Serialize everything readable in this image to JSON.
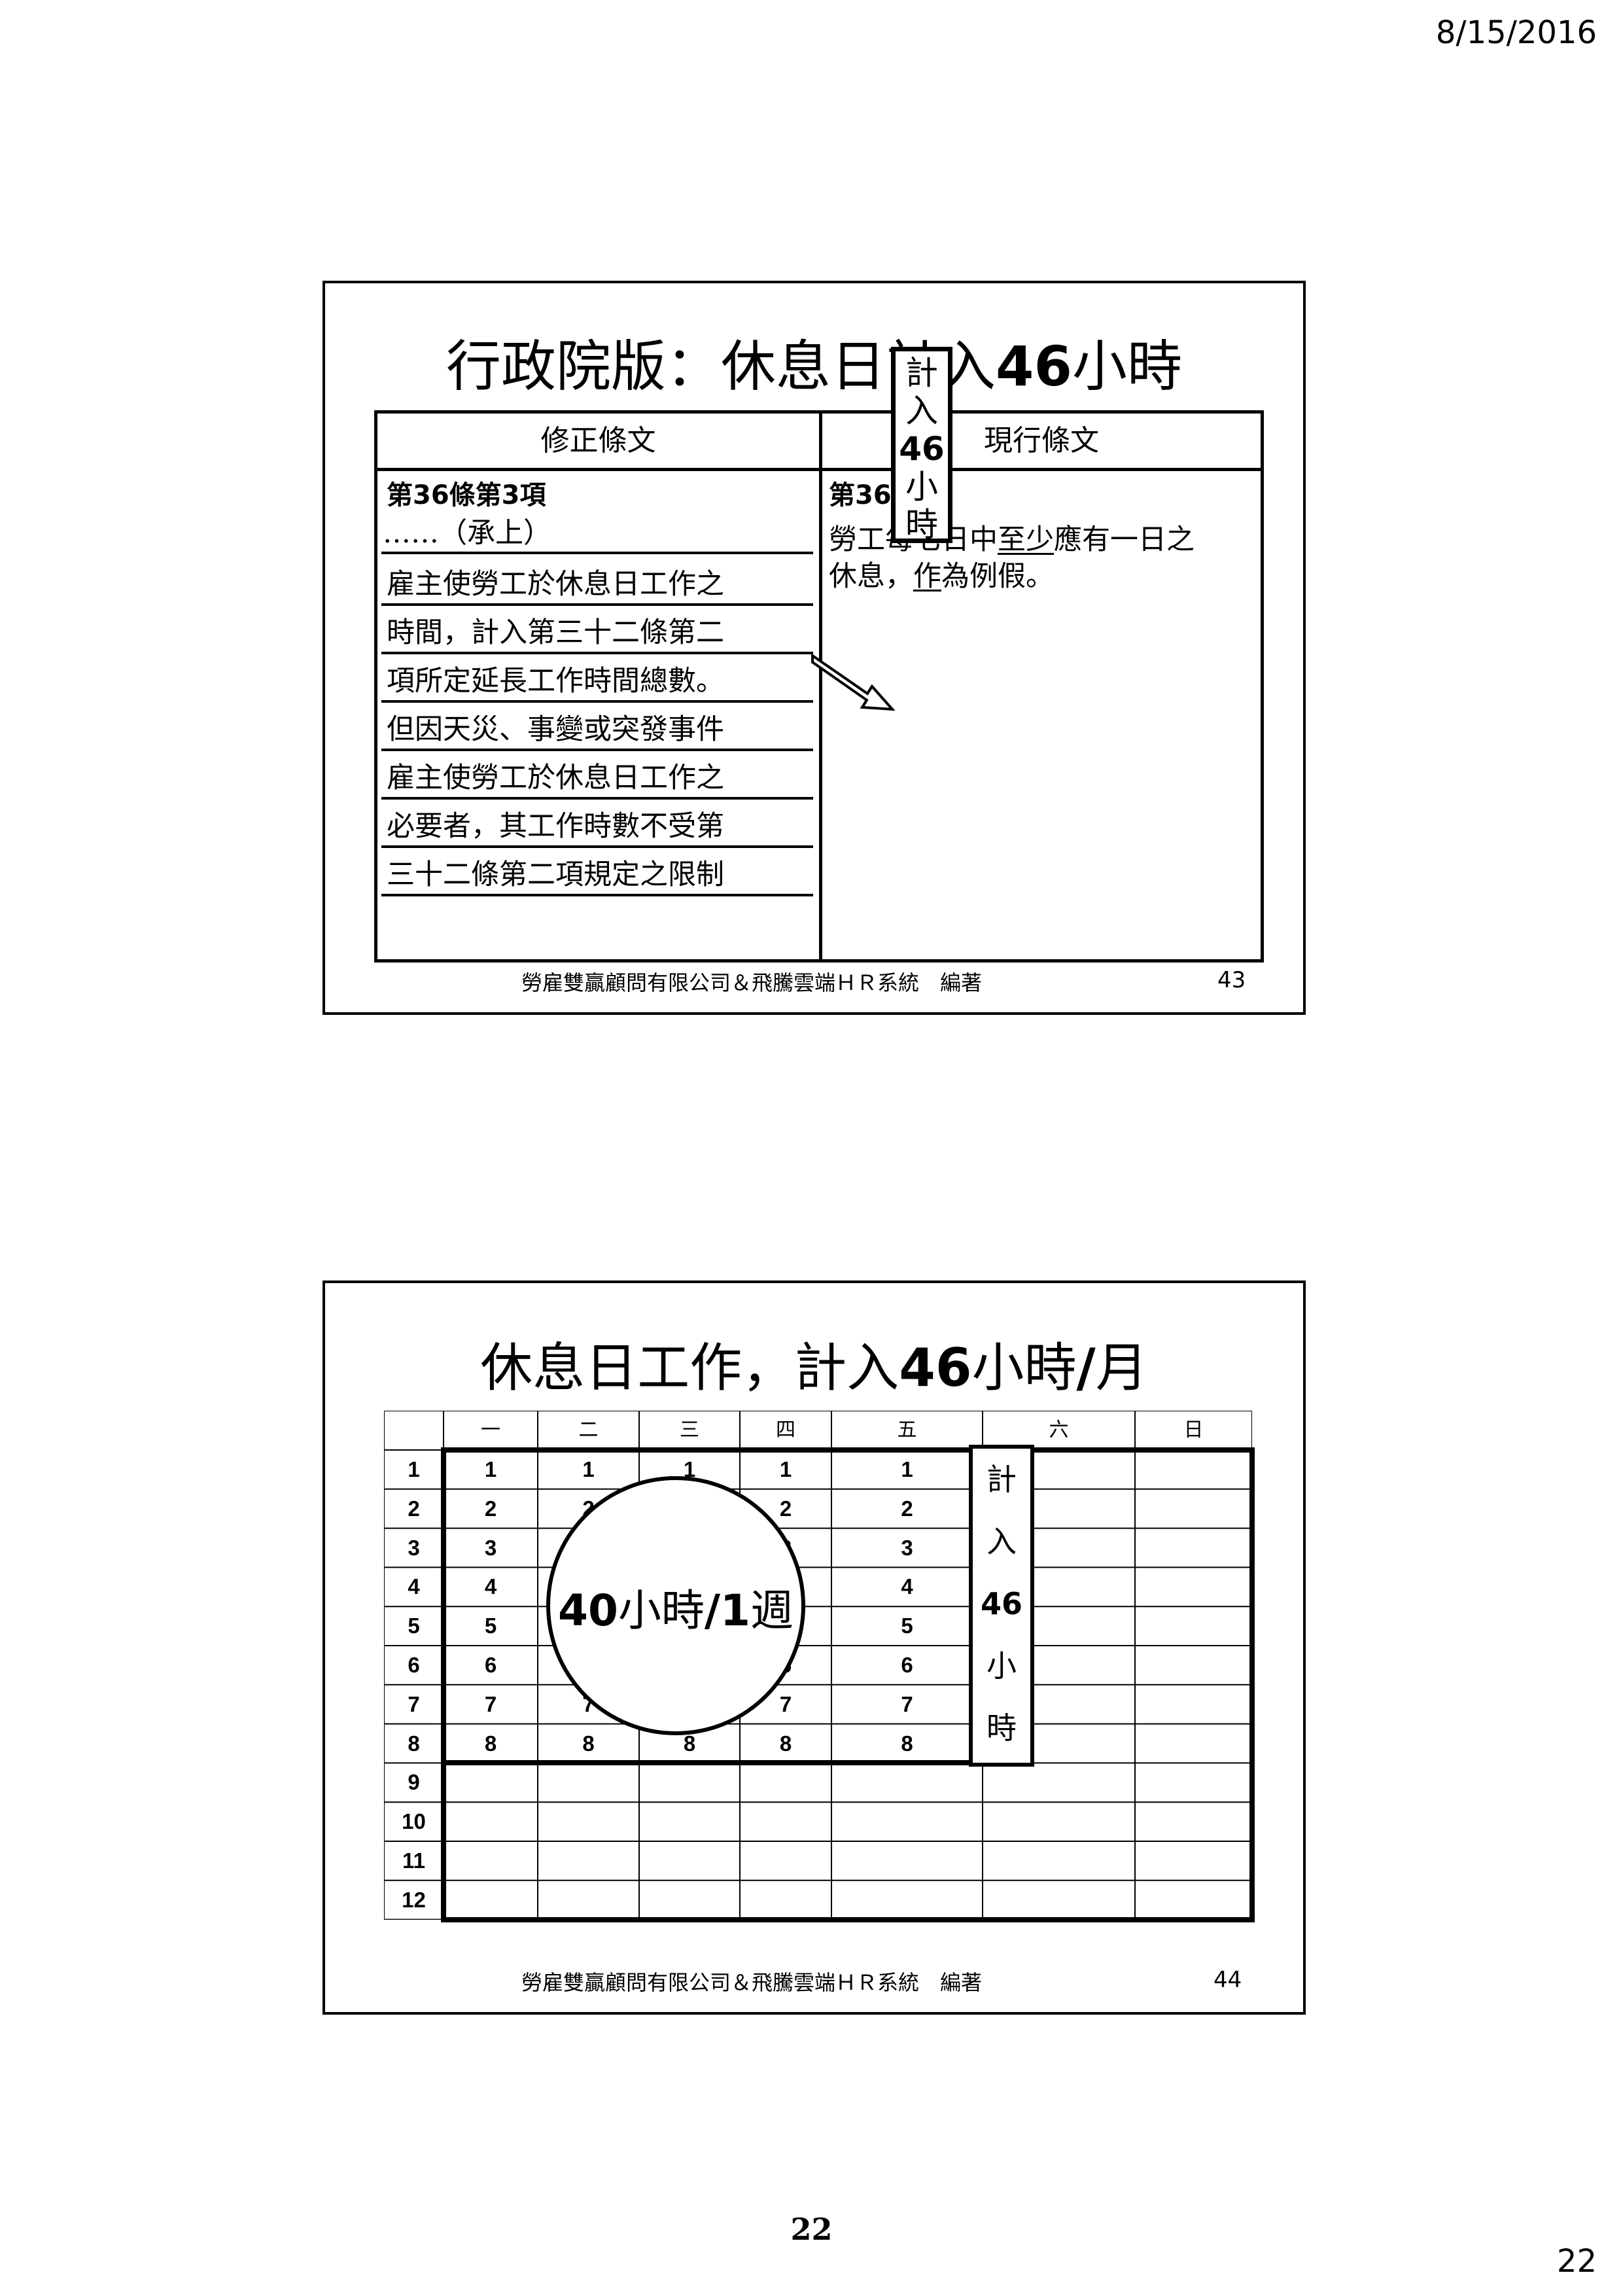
{
  "header": {
    "date": "8/15/2016"
  },
  "slide1": {
    "title_prefix": "行政院版：休息日計入",
    "title_num": "46",
    "title_suffix": "小時",
    "col_left_header": "修正條文",
    "col_right_header": "現行條文",
    "left_article": "第36條第3項",
    "left_continued": "……（承上）",
    "left_lines": [
      "雇主使勞工於休息日工作之",
      "時間，計入第三十二條第二",
      "項所定延長工作時間總數。",
      "但因天災、事變或突發事件",
      "雇主使勞工於休息日工作之",
      "必要者，其工作時數不受第",
      "三十二條第二項規定之限制"
    ],
    "right_article": "第36條",
    "right_line1_a": "勞工每七日中",
    "right_line1_b": "至少",
    "right_line1_c": "應有一日之",
    "right_line2_a": "休息，",
    "right_line2_b": "作",
    "right_line2_c": "為例假。",
    "callout": {
      "c1": "計",
      "c2": "入",
      "num": "46",
      "c3": "小",
      "c4": "時"
    },
    "footer": "勞雇雙贏顧問有限公司＆飛騰雲端ＨＲ系統　編著",
    "slide_number": "43"
  },
  "slide2": {
    "title_prefix": "休息日工作，計入",
    "title_num": "46",
    "title_mid": "小時",
    "title_slash": "/",
    "title_suffix": "月",
    "weekdays": [
      "一",
      "二",
      "三",
      "四",
      "五",
      "六",
      "日"
    ],
    "row_labels": [
      "1",
      "2",
      "3",
      "4",
      "5",
      "6",
      "7",
      "8",
      "9",
      "10",
      "11",
      "12"
    ],
    "hours": [
      "1",
      "2",
      "3",
      "4",
      "5",
      "6",
      "7",
      "8"
    ],
    "circle": {
      "num": "40",
      "mid": "小時",
      "slash": "/1",
      "suffix": "週"
    },
    "callout": {
      "c1": "計",
      "c2": "入",
      "num": "46",
      "c3": "小",
      "c4": "時"
    },
    "footer": "勞雇雙贏顧問有限公司＆飛騰雲端ＨＲ系統　編著",
    "slide_number": "44"
  },
  "page": {
    "number": "22",
    "corner_number": "22"
  }
}
